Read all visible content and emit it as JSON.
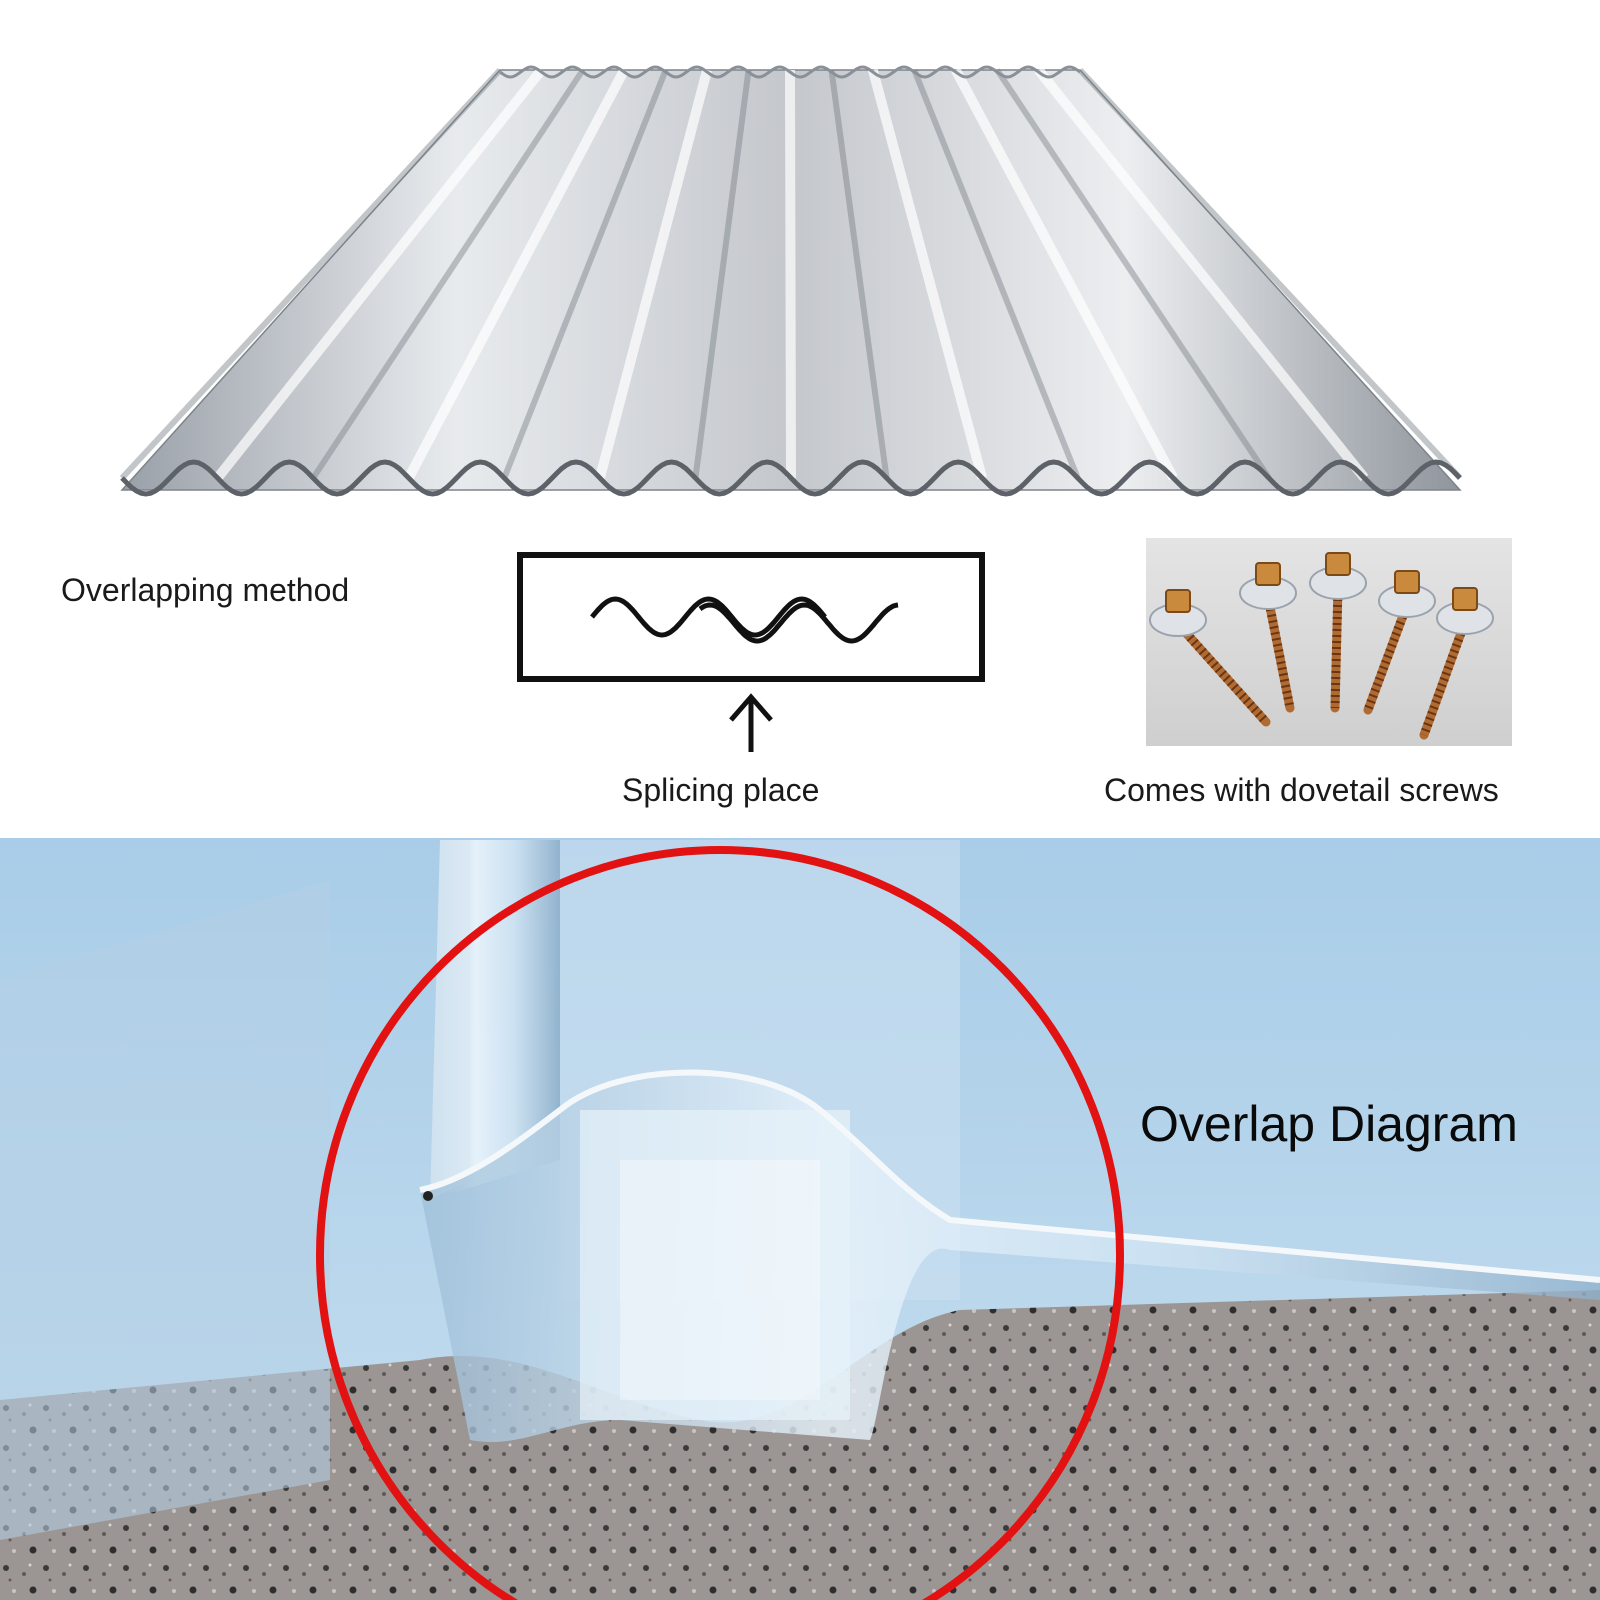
{
  "labels": {
    "overlapping_method": "Overlapping method",
    "splicing_place": "Splicing place",
    "comes_with_screws": "Comes with dovetail screws",
    "overlap_diagram": "Overlap Diagram"
  },
  "icons": {
    "splice_arrow": "up-arrow-icon",
    "screws_photo": "dovetail-screws-photo"
  },
  "colors": {
    "highlight_circle": "#e31212",
    "sheet_silver": "#c9cfd6",
    "photo_blue": "#b9d6ec"
  }
}
